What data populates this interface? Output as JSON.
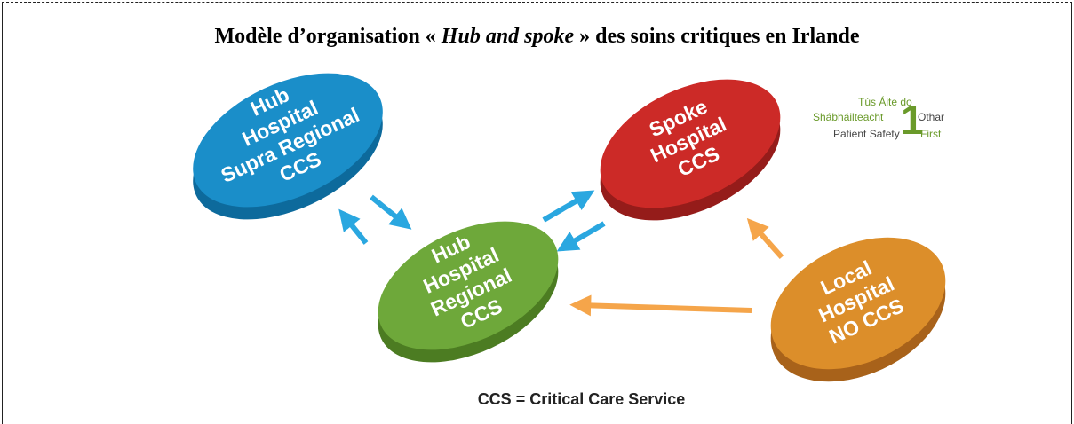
{
  "title": {
    "prefix": "Modèle d’organisation « ",
    "italic": "Hub and spoke",
    "suffix": " » des soins critiques en Irlande"
  },
  "colors": {
    "hub_supra_regional": "#1a8ec9",
    "spoke": "#cc2a27",
    "hub_regional": "#6ea83a",
    "local": "#dc8e2a",
    "arrow_blue": "#2aa7e0",
    "arrow_orange": "#f5a54a",
    "logo_green": "#6a9a2a"
  },
  "nodes": {
    "hub_supra_regional": [
      "Hub",
      "Hospital",
      "Supra Regional",
      "CCS"
    ],
    "spoke": [
      "Spoke",
      "Hospital",
      "CCS"
    ],
    "hub_regional": [
      "Hub",
      "Hospital",
      "Regional",
      "CCS"
    ],
    "local": [
      "Local",
      "Hospital",
      "NO CCS"
    ]
  },
  "logo": {
    "line1": "Tús Áite do",
    "line2": "Shábháilteacht",
    "line2b": "Othar",
    "line3": "Patient Safety",
    "line3b": "First",
    "numeral": "1"
  },
  "caption": "CCS = Critical Care Service"
}
